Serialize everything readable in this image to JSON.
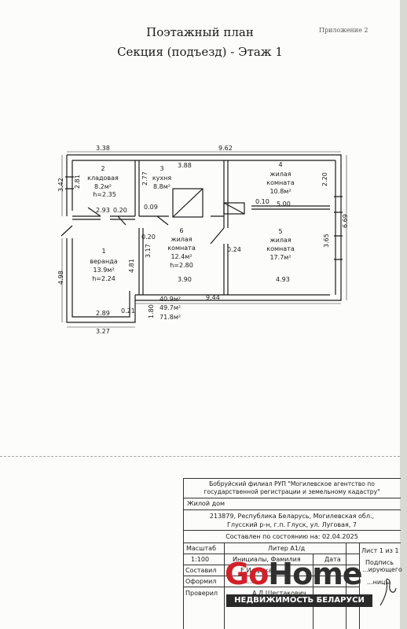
{
  "header": {
    "appendix": "Приложение 2",
    "title": "Поэтажный план",
    "subtitle": "Секция (подъезд) - Этаж 1"
  },
  "plan": {
    "dims": {
      "top_left": "3.38",
      "top_total": "9.62",
      "top_kitchen": "3.88",
      "left_outer": "3.42",
      "left_inner": "2.81",
      "kitchen_left": "2.77",
      "storage_bottom": "2.93",
      "storage_wall": "0.20",
      "kitchen_wall": "0.09",
      "room4_wall": "0.10",
      "room4_bottom": "5.00",
      "right_room4": "2.20",
      "right_total": "6.69",
      "right_room5": "3.65",
      "room6_wall": "0.20",
      "room6_left": "3.17",
      "room6_right": "0.24",
      "left_veranda": "4.98",
      "veranda_right": "4.81",
      "room6_bottom": "3.90",
      "room5_bottom": "4.93",
      "bottom_total": "9.44",
      "veranda_bottom": "2.89",
      "veranda_wall": "0.21",
      "veranda_step": "1.80",
      "veranda_total": "3.27"
    },
    "rooms": {
      "r2": {
        "num": "2",
        "name": "кладовая",
        "area": "8.2м²",
        "height": "h=2.35"
      },
      "r3": {
        "num": "3",
        "name": "кухня",
        "area": "8.8м²"
      },
      "r4": {
        "num": "4",
        "name1": "жилая",
        "name2": "комната",
        "area": "10.8м²"
      },
      "r1": {
        "num": "1",
        "name": "веранда",
        "area": "13.9м²",
        "height": "h=2.24"
      },
      "r6": {
        "num": "6",
        "name1": "жилая",
        "name2": "комната",
        "area": "12.4м²",
        "height": "h=2.80"
      },
      "r5": {
        "num": "5",
        "name1": "жилая",
        "name2": "комната",
        "area": "17.7м²"
      }
    },
    "totals": {
      "living": "40.9м²",
      "general": "49.7м²",
      "total": "71.8м²"
    }
  },
  "stamp": {
    "org1": "Бобруйский филиал РУП \"Могилевское агентство по",
    "org2": "государственной регистрации и земельному кадастру\"",
    "object": "Жилой дом",
    "addr1": "213879, Республика Беларусь, Могилевская обл.,",
    "addr2": "Глусский р-н, г.п. Глуск, ул. Луговая, 7",
    "date_line": "Составлен по состоянию на: 02.04.2025",
    "scale_h": "Масштаб",
    "scale_v": "1:100",
    "liter": "Литер А1/д",
    "sheet": "Лист 1 из 1",
    "initials": "Инициалы, Фамилия",
    "date_h": "Дата",
    "sign_h": "Подпись",
    "sign_h2": "...ирующего",
    "sign_h3": "...ницы",
    "composed": "Составил",
    "composed_name": "Е.И...рская",
    "formed": "Оформил",
    "formed_name": "...К...",
    "checked": "Проверил",
    "checked_name": "А.Д.Шестакович"
  },
  "watermark": {
    "brand_go": "Go",
    "brand_home": "Home",
    "tagline": "НЕДВИЖИМОСТЬ БЕЛАРУСИ"
  }
}
